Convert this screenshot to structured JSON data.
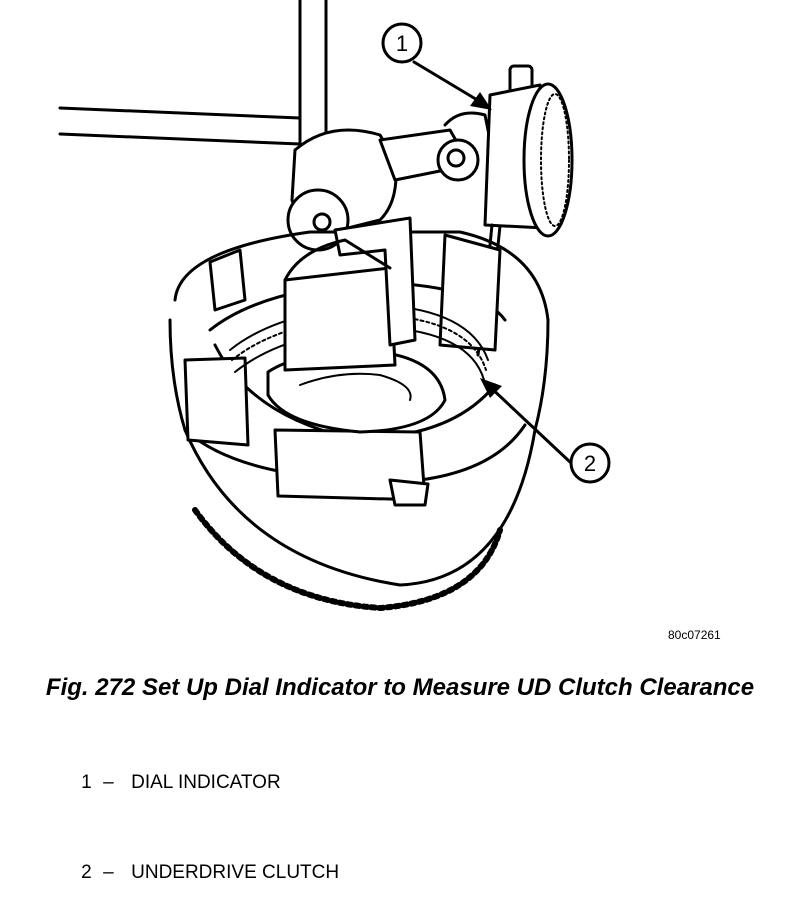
{
  "figure": {
    "figure_id": "80c07261",
    "caption": "Fig. 272 Set Up Dial Indicator to Measure UD Clutch Clearance",
    "callouts": [
      {
        "number": "1"
      },
      {
        "number": "2"
      }
    ],
    "legend": [
      {
        "number": "1",
        "separator": "–",
        "label": "DIAL INDICATOR"
      },
      {
        "number": "2",
        "separator": "–",
        "label": "UNDERDRIVE CLUTCH"
      }
    ]
  }
}
